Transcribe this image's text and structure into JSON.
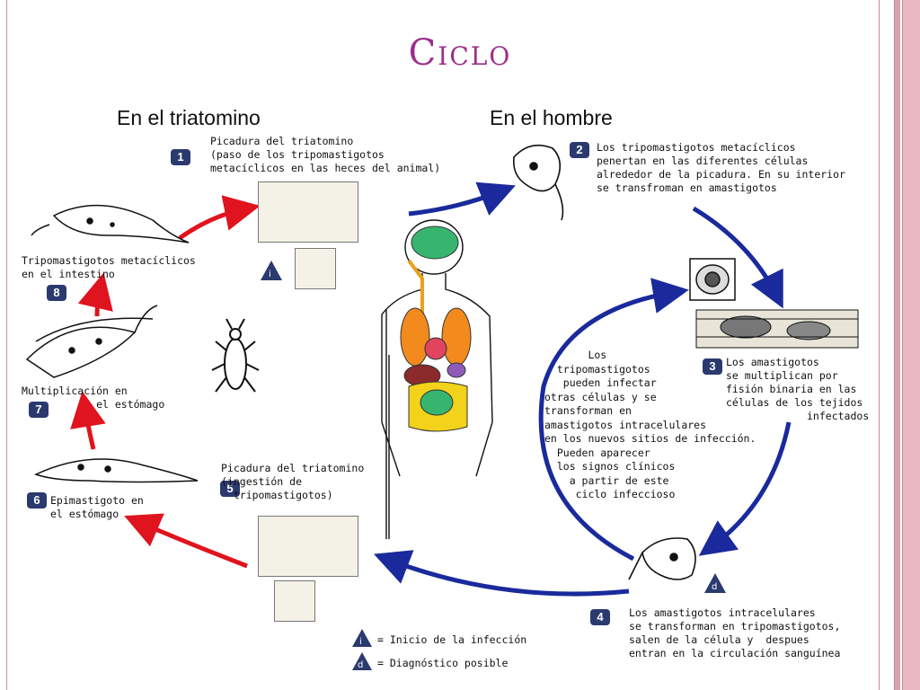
{
  "title": "Ciclo",
  "headers": {
    "vector": "En el triatomino",
    "human": "En el hombre"
  },
  "steps": [
    {
      "num": "1",
      "text": "Picadura del triatomino\n(paso de los tripomastigotos\nmetacíclicos en las heces del animal)"
    },
    {
      "num": "2",
      "text": "Los tripomastigotos metacíclicos\npenertan en las diferentes células\nalrededor de la picadura. En su interior\nse transfroman en amastigotos"
    },
    {
      "num": "3",
      "text": "Los amastigotos\nse multiplican por\nfisión binaria en las\ncélulas de los tejidos\n             infectados"
    },
    {
      "num": "4",
      "text": "Los amastigotos intracelulares\nse transforman en tripomastigotos,\nsalen de la célula y  despues\nentran en la circulación sanguínea"
    },
    {
      "num": "5",
      "text": "Picadura del triatomino\n(ingestión de\n  tripomastigotos)"
    },
    {
      "num": "6",
      "text": "Epimastigoto en\nel estómago"
    },
    {
      "num": "7",
      "text": "Multiplicación en\n            el estómago"
    },
    {
      "num": "8",
      "text": "Tripomastigotos metacíclicos\nen el intestino"
    }
  ],
  "center_note": "       Los\n  tripomastigotos\n   pueden infectar\notras células y se\ntransforman en\namastigotos intracelulares\nen los nuevos sitios de infección.\n  Pueden aparecer\n  los signos clínicos\n    a partir de este\n     ciclo infeccioso",
  "legend": [
    {
      "symbol": "i",
      "text": "= Inicio de la infección"
    },
    {
      "symbol": "d",
      "text": "= Diagnóstico posible"
    }
  ],
  "colors": {
    "title": "#9b2f8c",
    "vector_arrows": "#e0141e",
    "human_arrows": "#1a2a9c",
    "badge": "#2b3a6e"
  }
}
